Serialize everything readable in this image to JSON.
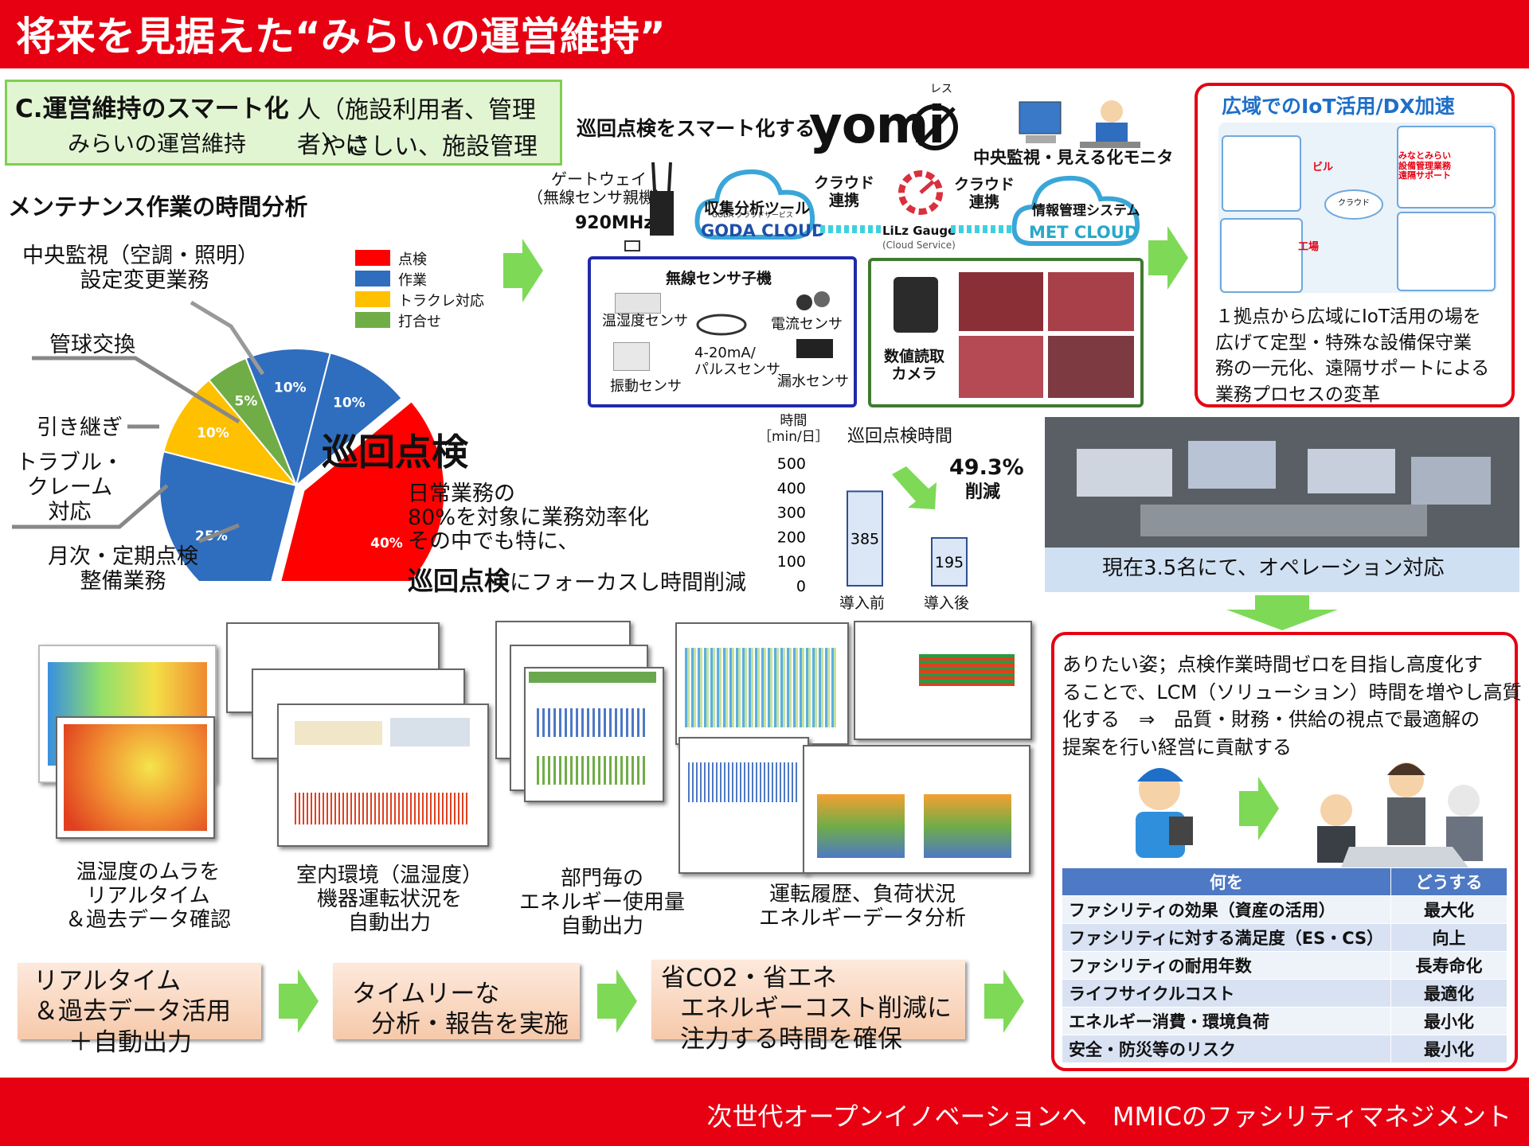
{
  "header": {
    "title": "将来を見据えた“みらいの運営維持”"
  },
  "footer": {
    "text": "次世代オープンイノベーションへ　MMICのファシリティマネジメント"
  },
  "title_box": {
    "line1": "C.運営維持のスマート化",
    "line2": "みらいの運営維持",
    "right1": "人（施設利用者、管理者）に",
    "right2": "やさしい、施設管理"
  },
  "pie_section": {
    "heading": "メンテナンス作業の時間分析",
    "labels": {
      "central": [
        "中央監視（空調・照明）",
        "設定変更業務"
      ],
      "tube": "管球交換",
      "handover": "引き継ぎ",
      "trouble": [
        "トラブル・",
        "クレーム",
        "対応"
      ],
      "monthly": [
        "月次・定期点検",
        "整備業務"
      ]
    },
    "big_label": "巡回点検",
    "desc": [
      "日常業務の",
      "80%を対象に業務効率化",
      "その中でも特に、"
    ],
    "desc_bold": "巡回点検",
    "desc_tail": "にフォーカスし時間削減"
  },
  "pie_chart": {
    "type": "pie",
    "slices": [
      {
        "label": "点検",
        "value": 40,
        "text": "40%",
        "color": "#ff0000"
      },
      {
        "label": "作業",
        "value": 25,
        "text": "25%",
        "color": "#2f6dbe"
      },
      {
        "label": "トラクレ対応",
        "value": 10,
        "text": "10%",
        "color": "#ffc000"
      },
      {
        "label": "打合せ",
        "value": 5,
        "text": "5%",
        "color": "#70ad47"
      },
      {
        "label": "作業",
        "value": 10,
        "text": "10%",
        "color": "#2f6dbe"
      },
      {
        "label": "作業",
        "value": 10,
        "text": "10%",
        "color": "#2f6dbe"
      }
    ],
    "legend": [
      {
        "label": "点検",
        "color": "#ff0000"
      },
      {
        "label": "作業",
        "color": "#2f6dbe"
      },
      {
        "label": "トラクレ対応",
        "color": "#ffc000"
      },
      {
        "label": "打合せ",
        "color": "#70ad47"
      }
    ]
  },
  "yomi": {
    "tagline": "巡回点検をスマート化する",
    "logo": "yomi",
    "ruby": "レス",
    "monitor": "中央監視・見える化モニタ",
    "gateway": [
      "ゲートウェイ",
      "（無線センサ親機）"
    ],
    "freq": "920MHz",
    "cloud1": "収集分析ツール",
    "cloud1_logo": "GODA CLOUD",
    "cloud1_sub": "GODA クラウドサービス",
    "link1": [
      "クラウド",
      "連携"
    ],
    "gauge": "LiLz Gauge",
    "gauge_sub": "(Cloud Service)",
    "link2": [
      "クラウド",
      "連携"
    ],
    "cloud2": "情報管理システム",
    "cloud2_logo": "MET CLOUD"
  },
  "sensor_box": {
    "title": "無線センサ子機",
    "temp": "温湿度センサ",
    "current": "電流センサ",
    "pulse": [
      "4-20mA/",
      "パルスセンサ"
    ],
    "vibration": "振動センサ",
    "leak": "漏水センサ"
  },
  "camera_box": {
    "label": [
      "数値読取",
      "カメラ"
    ]
  },
  "bar_chart": {
    "type": "bar",
    "title": "巡回点検時間",
    "ylabel": [
      "時間",
      "［min/日］"
    ],
    "categories": [
      "導入前",
      "導入後"
    ],
    "values": [
      385,
      195
    ],
    "ylim": [
      0,
      500
    ],
    "ticks": [
      "500",
      "400",
      "300",
      "200",
      "100",
      "0"
    ],
    "reduction": "49.3%",
    "reduction_label": "削減"
  },
  "iot_box": {
    "title": "広域でのIoT活用/DX加速",
    "text": [
      "１拠点から広域にIoT活用の場を",
      "広げて定型・特殊な設備保守業",
      "務の一元化、遠隔サポートによる",
      "業務プロセスの変革"
    ],
    "building": "ビル",
    "factory": "工場",
    "cloud": "クラウド",
    "support": [
      "みなとみらい",
      "設備管理業務",
      "遠隔サポート"
    ]
  },
  "photo": {
    "caption": "現在3.5名にて、オペレーション対応"
  },
  "vision": {
    "text": [
      "ありたい姿；点検作業時間ゼロを目指し高度化す",
      "ることで、LCM（ソリューション）時間を増やし高質",
      "化する　⇒　品質・財務・供給の視点で最適解の",
      "提案を行い経営に貢献する"
    ],
    "table_head": [
      "何を",
      "どうする"
    ],
    "rows": [
      [
        "ファシリティの効果（資産の活用）",
        "最大化"
      ],
      [
        "ファシリティに対する満足度（ES・CS）",
        "向上"
      ],
      [
        "ファシリティの耐用年数",
        "長寿命化"
      ],
      [
        "ライフサイクルコスト",
        "最適化"
      ],
      [
        "エネルギー消費・環境負荷",
        "最小化"
      ],
      [
        "安全・防災等のリスク",
        "最小化"
      ]
    ]
  },
  "captions": {
    "c1": [
      "温湿度のムラを",
      "リアルタイム",
      "＆過去データ確認"
    ],
    "c2": [
      "室内環境（温湿度）",
      "機器運転状況を",
      "自動出力"
    ],
    "c3": [
      "部門毎の",
      "エネルギー使用量",
      "自動出力"
    ],
    "c4": [
      "運転履歴、負荷状況",
      "エネルギーデータ分析"
    ]
  },
  "process": {
    "p1": [
      "リアルタイム",
      "＆過去データ活用",
      "＋自動出力"
    ],
    "p2": [
      "タイムリーな",
      "分析・報告を実施"
    ],
    "p3": [
      "省CO2・省エネ",
      "エネルギーコスト削減に",
      "注力する時間を確保"
    ]
  },
  "colors": {
    "brand_red": "#e60012",
    "arrow_green": "#7ed957",
    "box_green": "#e2f5d3"
  }
}
